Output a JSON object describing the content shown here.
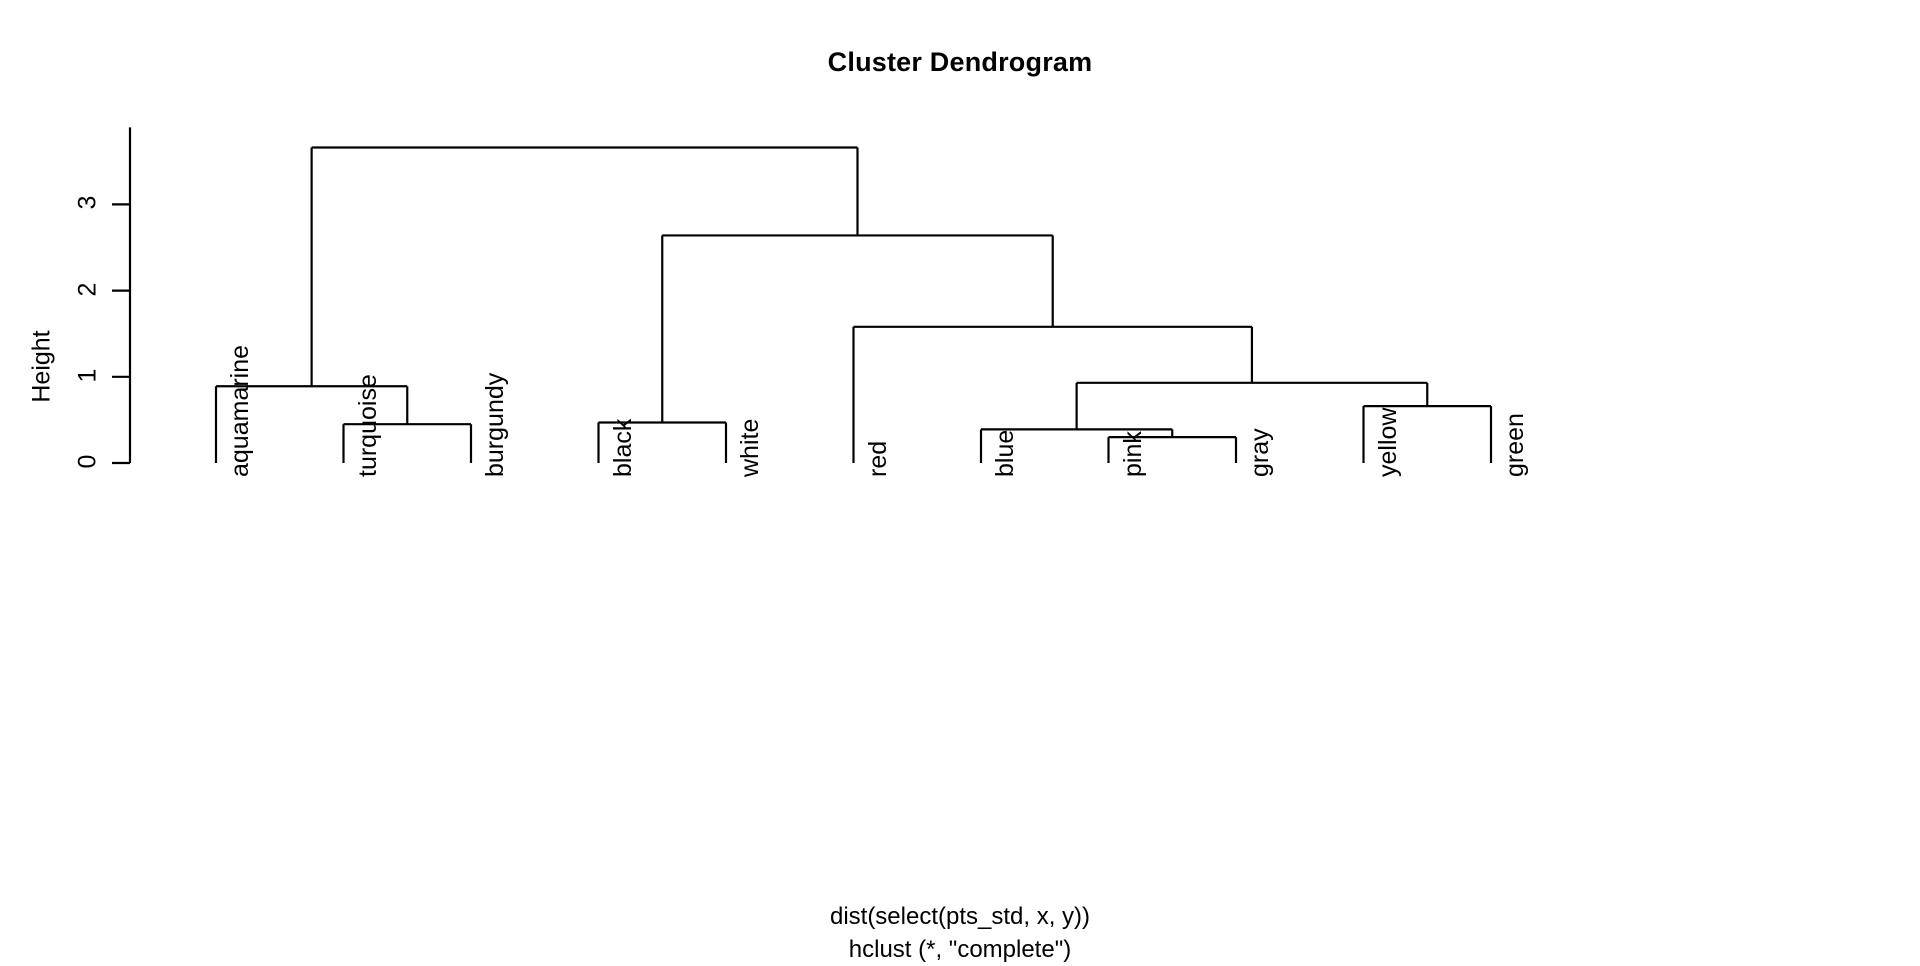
{
  "chart_data": {
    "type": "tree",
    "title": "Cluster Dendrogram",
    "xlabel": "",
    "ylabel": "Height",
    "caption_line1": "dist(select(pts_std, x, y))",
    "caption_line2": "hclust (*, \"complete\")",
    "ylim": [
      0,
      3.75
    ],
    "yticks": [
      "0",
      "1",
      "2",
      "3"
    ],
    "ytick_values": [
      0,
      1,
      2,
      3
    ],
    "grid": false,
    "legend": "none",
    "method": "complete",
    "leaf_order": [
      "aquamarine",
      "turquoise",
      "burgundy",
      "black",
      "white",
      "red",
      "blue",
      "pink",
      "gray",
      "yellow",
      "green"
    ],
    "leaves": [
      {
        "label": "aquamarine",
        "x": 0
      },
      {
        "label": "turquoise",
        "x": 1
      },
      {
        "label": "burgundy",
        "x": 2
      },
      {
        "label": "black",
        "x": 3
      },
      {
        "label": "white",
        "x": 4
      },
      {
        "label": "red",
        "x": 5
      },
      {
        "label": "blue",
        "x": 6
      },
      {
        "label": "pink",
        "x": 7
      },
      {
        "label": "gray",
        "x": 8
      },
      {
        "label": "yellow",
        "x": 9
      },
      {
        "label": "green",
        "x": 10
      }
    ],
    "merges": [
      {
        "id": "m1",
        "left": "turquoise",
        "right": "burgundy",
        "height": 0.45
      },
      {
        "id": "m2",
        "left": "aquamarine",
        "right": "m1",
        "height": 0.89
      },
      {
        "id": "m3",
        "left": "black",
        "right": "white",
        "height": 0.47
      },
      {
        "id": "m4",
        "left": "pink",
        "right": "gray",
        "height": 0.3
      },
      {
        "id": "m5",
        "left": "blue",
        "right": "m4",
        "height": 0.39
      },
      {
        "id": "m6",
        "left": "yellow",
        "right": "green",
        "height": 0.66
      },
      {
        "id": "m7",
        "left": "m5",
        "right": "m6",
        "height": 0.93
      },
      {
        "id": "m8",
        "left": "red",
        "right": "m7",
        "height": 1.58
      },
      {
        "id": "m9",
        "left": "m3",
        "right": "m8",
        "height": 2.64
      },
      {
        "id": "m10",
        "left": "m2",
        "right": "m9",
        "height": 3.66
      }
    ]
  },
  "plot": {
    "title": "Cluster Dendrogram",
    "ylabel": "Height",
    "caption_line1": "dist(select(pts_std, x, y))",
    "caption_line2": "hclust (*, \"complete\")",
    "yticks": [
      "0",
      "1",
      "2",
      "3"
    ],
    "leaf_labels": [
      "aquamarine",
      "turquoise",
      "burgundy",
      "black",
      "white",
      "red",
      "blue",
      "pink",
      "gray",
      "yellow",
      "green"
    ],
    "line_color": "#000000",
    "background": "#ffffff"
  }
}
